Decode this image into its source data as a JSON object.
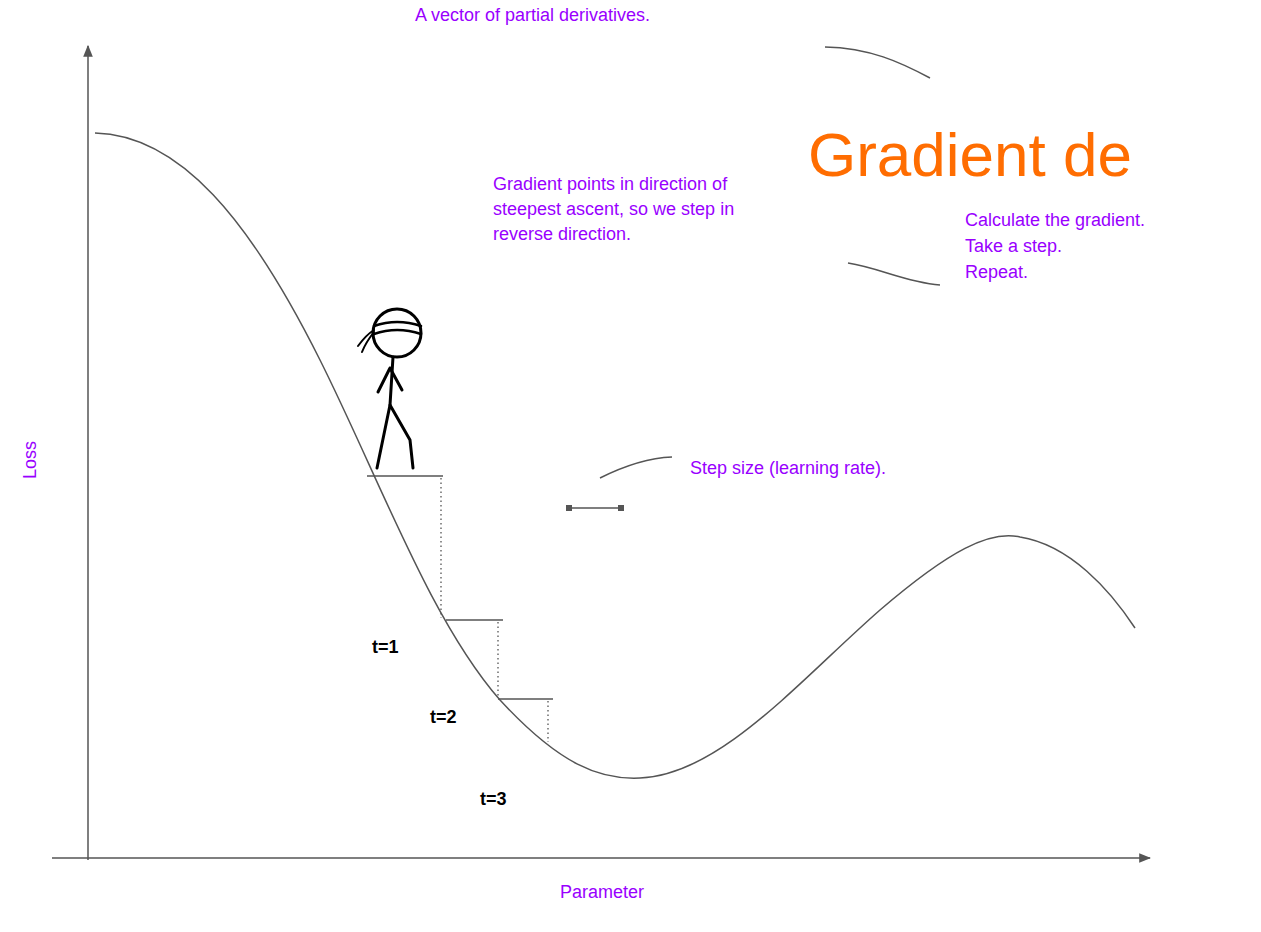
{
  "diagram": {
    "title": "Gradient de",
    "labels": [
      "A vector of partial derivatives.",
      "Gradient points in direction of steepest ascent, so we step in reverse direction.",
      "Calculate the gradient.",
      "Take a step.",
      "Repeat.",
      "Step size (learning rate).",
      "t=1",
      "t=2",
      "t=3",
      "Loss",
      "Parameter"
    ]
  }
}
